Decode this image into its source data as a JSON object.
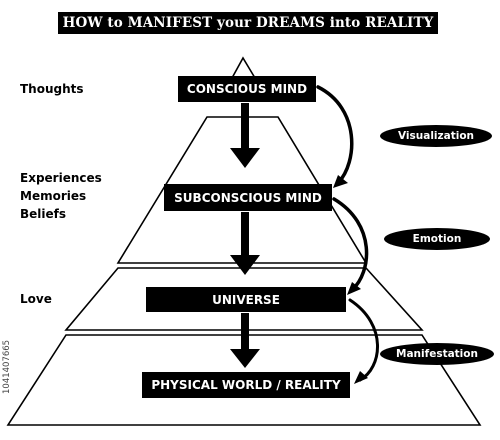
{
  "title": "HOW to MANIFEST your DREAMS into REALITY",
  "levels": {
    "conscious": "CONSCIOUS MIND",
    "subconscious": "SUBCONSCIOUS MIND",
    "universe": "UNIVERSE",
    "physical": "PHYSICAL WORLD / REALITY"
  },
  "left_labels": {
    "thoughts": "Thoughts",
    "experiences": "Experiences",
    "memories": "Memories",
    "beliefs": "Beliefs",
    "love": "Love"
  },
  "processes": {
    "visualization": "Visualization",
    "emotion": "Emotion",
    "manifestation": "Manifestation"
  },
  "watermark": "1041407665",
  "colors": {
    "ink": "#000000",
    "background": "#ffffff"
  }
}
